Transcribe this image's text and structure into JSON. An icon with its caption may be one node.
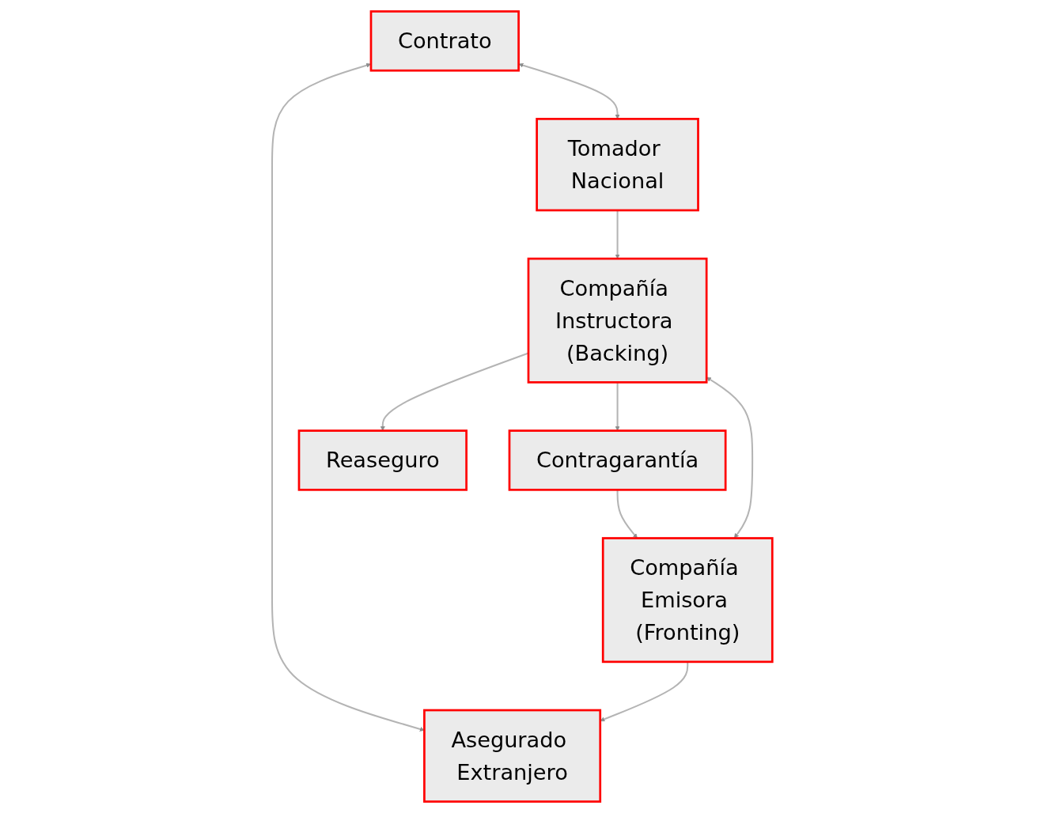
{
  "diagram": {
    "nodes": [
      {
        "text": [
          "Contrato"
        ]
      },
      {
        "text": [
          "Asegurado Extranjero"
        ]
      },
      {
        "text": [
          "Tomador Nacional"
        ]
      },
      {
        "text": [
          "Compañía Emisora (Fronting)"
        ]
      },
      {
        "text": [
          "Compañía Instructora (Backing)"
        ]
      },
      {
        "text": [
          "Contragarantía"
        ]
      },
      {
        "text": [
          "Reaseguro"
        ]
      }
    ],
    "edges": [
      {
        "from": 0,
        "to": 1,
        "arrow": "both"
      },
      {
        "from": 0,
        "to": 2,
        "arrow": "both"
      },
      {
        "from": 2,
        "to": 4,
        "arrow": "to"
      },
      {
        "from": 3,
        "to": 1,
        "arrow": "to"
      },
      {
        "from": 3,
        "to": 4,
        "arrow": "both"
      },
      {
        "from": 4,
        "to": 5,
        "arrow": "to"
      },
      {
        "from": 4,
        "to": 6,
        "arrow": "to"
      },
      {
        "from": 5,
        "to": 3,
        "arrow": "to"
      }
    ]
  }
}
